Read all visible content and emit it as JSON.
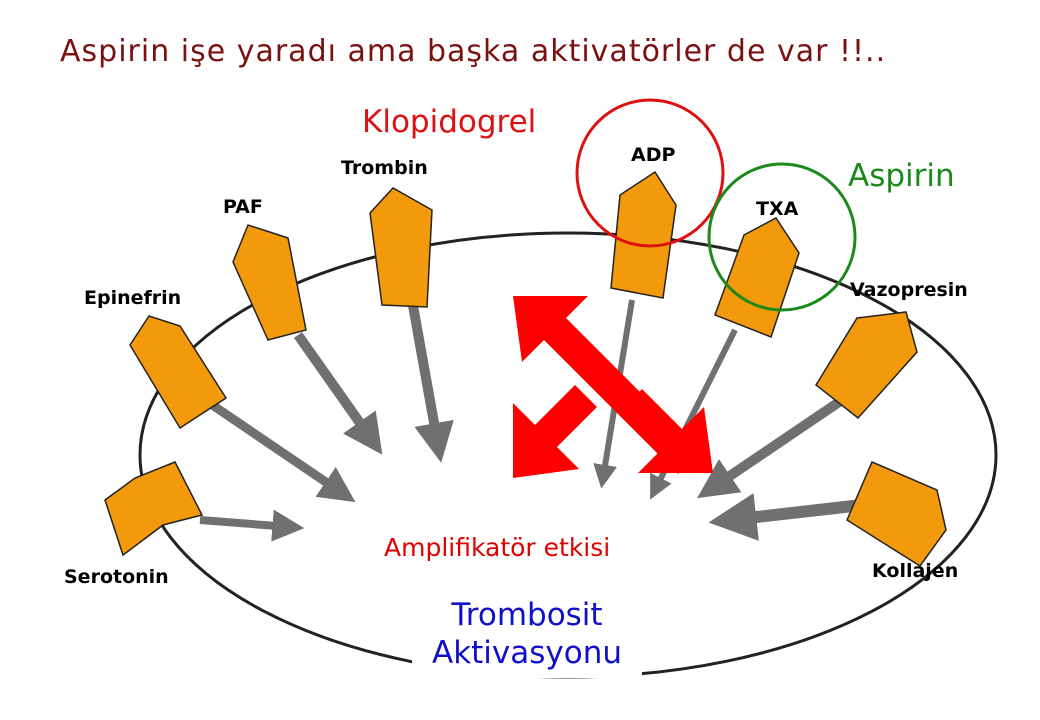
{
  "title": "Aspirin işe yaradı ama başka aktivatörler de var !!..",
  "drugs": {
    "klopidogrel": "Klopidogrel",
    "aspirin": "Aspirin"
  },
  "activators": {
    "adp": "ADP",
    "txa": "TXA",
    "trombin": "Trombin",
    "paf": "PAF",
    "epinefrin": "Epinefrin",
    "serotonin": "Serotonin",
    "vazopresin": "Vazopresin",
    "kollajen": "Kollajen"
  },
  "center_label": "Amplifikatör etkisi",
  "platelet_label": {
    "line1": "Trombosit",
    "line2": "Aktivasyonu"
  },
  "colors": {
    "receptor": "#f39a0c",
    "arrow": "#707070",
    "amplifier": "#ff0000",
    "klopidogrel": "#dd1111",
    "aspirin": "#1b8a1b",
    "title": "#7a1010",
    "trombosit": "#1010c8"
  }
}
